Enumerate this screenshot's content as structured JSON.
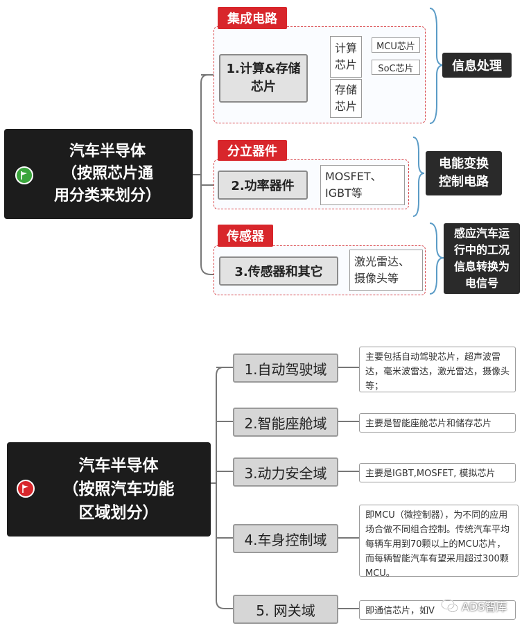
{
  "top": {
    "root": {
      "title": "汽车半导体\n（按照芯片通\n用分类来划分）",
      "flag_color": "#3aa53c",
      "flag_icon": "flag-icon"
    },
    "categories": [
      {
        "label": "集成电路",
        "node": "1.计算&存储\n芯片",
        "subs": [
          {
            "label": "计算\n芯片",
            "leaves": [
              "MCU芯片",
              "SoC芯片"
            ]
          },
          {
            "label": "存储\n芯片"
          }
        ],
        "function": "信息处理"
      },
      {
        "label": "分立器件",
        "node": "2.功率器件",
        "detail": "MOSFET、\nIGBT等",
        "function": "电能变换\n控制电路"
      },
      {
        "label": "传感器",
        "node": "3.传感器和其它",
        "detail": "激光雷达、\n摄像头等",
        "function": "感应汽车运\n行中的工况\n信息转换为\n电信号"
      }
    ]
  },
  "bottom": {
    "root": {
      "title": "汽车半导体\n（按照汽车功能\n区域划分）",
      "flag_color": "#d8262b",
      "flag_icon": "flag-icon"
    },
    "domains": [
      {
        "label": "1.自动驾驶域",
        "desc": "主要包括自动驾驶芯片，超声波雷达，毫米波雷达，激光雷达，摄像头等；"
      },
      {
        "label": "2.智能座舱域",
        "desc": "主要是智能座舱芯片和储存芯片"
      },
      {
        "label": "3.动力安全域",
        "desc": "主要是IGBT,MOSFET, 模拟芯片"
      },
      {
        "label": "4.车身控制域",
        "desc": "即MCU（微控制器），为不同的应用场合做不同组合控制。传统汽车平均每辆车用到70颗以上的MCU芯片，而每辆智能汽车有望采用超过300颗MCU。"
      },
      {
        "label": "5. 网关域",
        "desc": "即通信芯片，如V"
      }
    ]
  },
  "watermark": {
    "text": "ADS智库",
    "icon": "wechat-icon"
  },
  "colors": {
    "accent_red": "#d8262b",
    "dark_node": "#1c1c1c",
    "flag_green": "#3aa53c"
  }
}
